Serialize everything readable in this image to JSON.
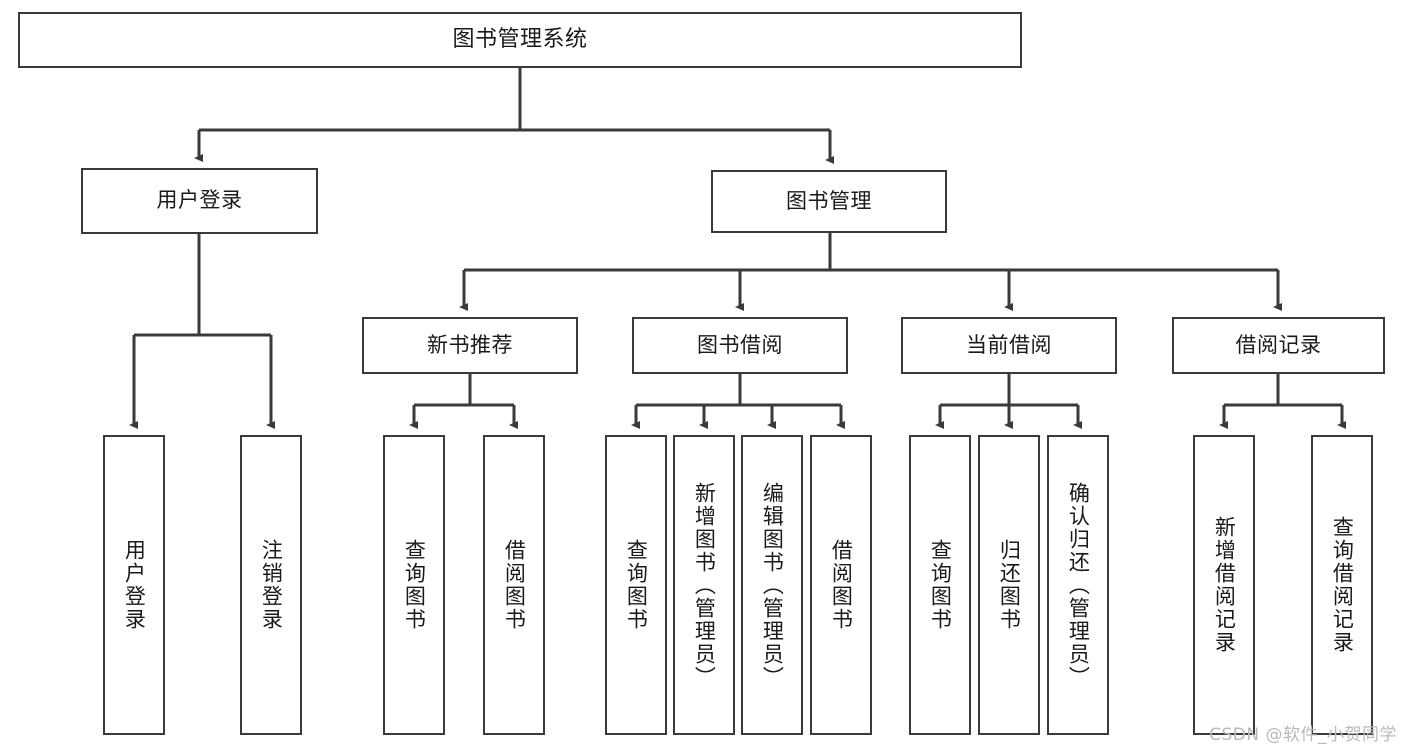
{
  "diagram": {
    "title": "图书管理系统",
    "type": "tree",
    "watermark": "CSDN @软件_小贺同学",
    "line_color": "#3a3a3a",
    "box_fill": "#ffffff",
    "text_color": "#1a1a1a",
    "nodes": {
      "root": {
        "label": "图书管理系统"
      },
      "user_login": {
        "label": "用户登录"
      },
      "book_manage": {
        "label": "图书管理"
      },
      "new_book_rec": {
        "label": "新书推荐"
      },
      "book_borrow": {
        "label": "图书借阅"
      },
      "current_borrow": {
        "label": "当前借阅"
      },
      "borrow_record": {
        "label": "借阅记录"
      },
      "leaf_user_login": {
        "label": "用户登录"
      },
      "leaf_user_logout": {
        "label": "注销登录"
      },
      "leaf_query_book_a": {
        "label": "查询图书"
      },
      "leaf_borrow_book_a": {
        "label": "借阅图书"
      },
      "leaf_query_book_b": {
        "label": "查询图书"
      },
      "leaf_add_book": {
        "label": "新增图书（管理员）"
      },
      "leaf_edit_book": {
        "label": "编辑图书（管理员）"
      },
      "leaf_borrow_book_b": {
        "label": "借阅图书"
      },
      "leaf_query_book_c": {
        "label": "查询图书"
      },
      "leaf_return_book": {
        "label": "归还图书"
      },
      "leaf_confirm_return": {
        "label": "确认归还（管理员）"
      },
      "leaf_add_record": {
        "label": "新增借阅记录"
      },
      "leaf_query_record": {
        "label": "查询借阅记录"
      }
    }
  }
}
